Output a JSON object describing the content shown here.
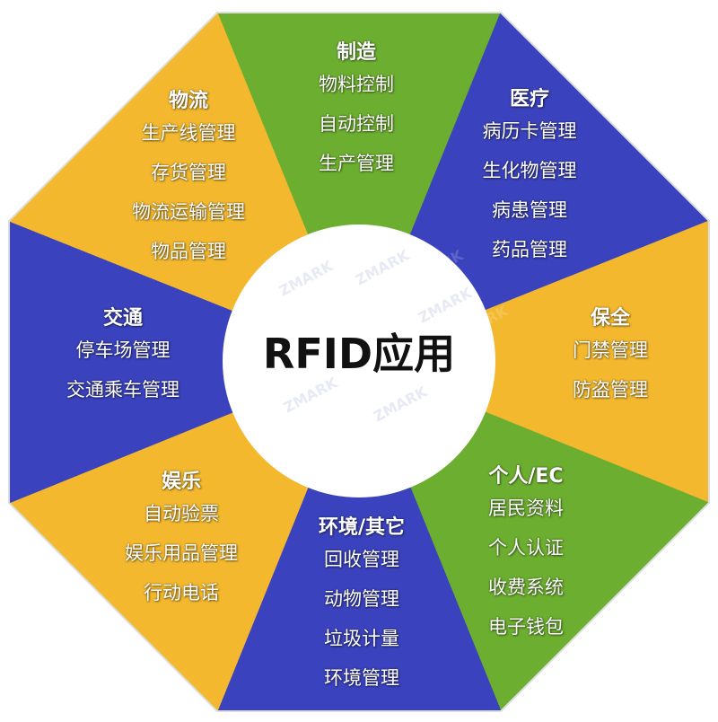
{
  "center": {
    "label": "RFID应用"
  },
  "watermark": "ZMARK",
  "colors": {
    "yellow": "#f3b82e",
    "green": "#6cae2f",
    "blue": "#3a42bd",
    "center_fill": "#ffffff",
    "outline": "#dddddd"
  },
  "sectors": [
    {
      "title": "制造",
      "color": "green",
      "items": [
        "物料控制",
        "自动控制",
        "生产管理"
      ]
    },
    {
      "title": "医疗",
      "color": "blue",
      "items": [
        "病历卡管理",
        "生化物管理",
        "病患管理",
        "药品管理"
      ]
    },
    {
      "title": "保全",
      "color": "yellow",
      "items": [
        "门禁管理",
        "防盗管理"
      ]
    },
    {
      "title": "个人/EC",
      "color": "green",
      "items": [
        "居民资料",
        "个人认证",
        "收费系统",
        "电子钱包"
      ]
    },
    {
      "title": "环境/其它",
      "color": "blue",
      "items": [
        "回收管理",
        "动物管理",
        "垃圾计量",
        "环境管理"
      ]
    },
    {
      "title": "娱乐",
      "color": "yellow",
      "items": [
        "自动验票",
        "娱乐用品管理",
        "行动电话"
      ]
    },
    {
      "title": "交通",
      "color": "blue",
      "items": [
        "停车场管理",
        "交通乘车管理"
      ]
    },
    {
      "title": "物流",
      "color": "yellow",
      "items": [
        "生产线管理",
        "存货管理",
        "物流运输管理",
        "物品管理"
      ]
    }
  ]
}
